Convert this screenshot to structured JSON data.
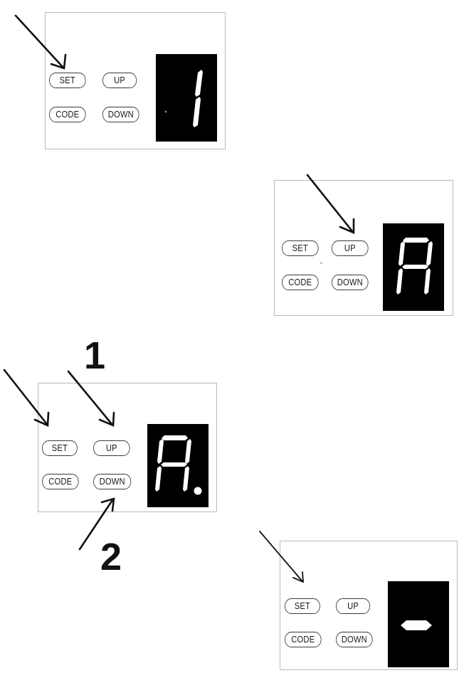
{
  "panels": [
    {
      "set": "SET",
      "up": "UP",
      "code": "CODE",
      "down": "DOWN",
      "display_value": "1"
    },
    {
      "set": "SET",
      "up": "UP",
      "code": "CODE",
      "down": "DOWN",
      "display_value": "A"
    },
    {
      "set": "SET",
      "up": "UP",
      "code": "CODE",
      "down": "DOWN",
      "display_value": "A."
    },
    {
      "set": "SET",
      "up": "UP",
      "code": "CODE",
      "down": "DOWN",
      "display_value": "-"
    }
  ],
  "step_labels": {
    "first": "1",
    "second": "2"
  },
  "colors": {
    "display_bg": "#000000",
    "segment": "#ffffff",
    "arrow": "#111111"
  }
}
